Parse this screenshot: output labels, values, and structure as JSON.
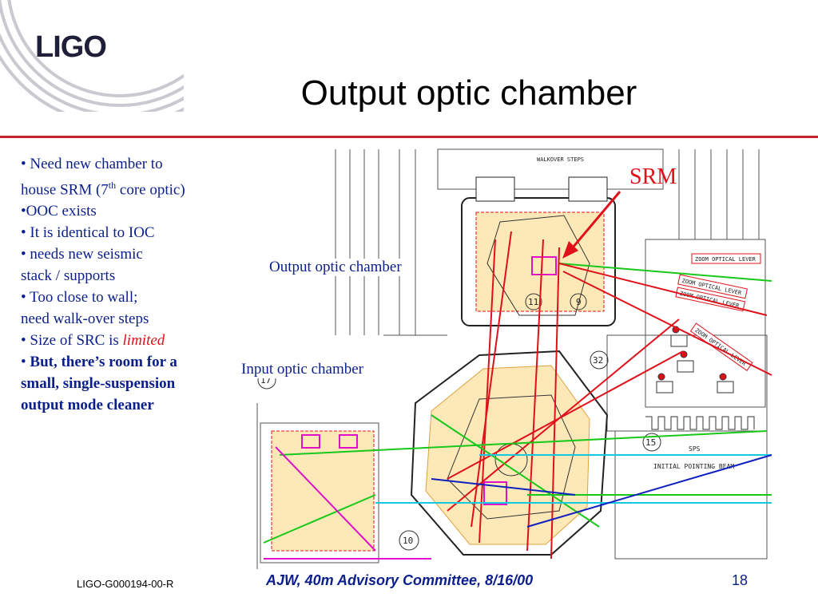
{
  "logo": {
    "text": "LIGO"
  },
  "title": "Output optic chamber",
  "bullets": {
    "b1_line1": "• Need new chamber to",
    "b1_line2_pre": "house SRM (7",
    "b1_line2_sup": "th",
    "b1_line2_post": " core optic)",
    "b2": "•OOC exists",
    "b3": "• It is identical to IOC",
    "b4_line1": "• needs new seismic",
    "b4_line2": "stack / supports",
    "b5_line1": "• Too close to wall;",
    "b5_line2": "need walk-over steps",
    "b6_pre": "• Size of SRC is ",
    "b6_emph": "limited",
    "b7_bullet": "• ",
    "b7_line1": "But, there’s room for a",
    "b7_line2": "small, single-suspension",
    "b7_line3": "output mode cleaner"
  },
  "diagram": {
    "label_ooc": "Output optic chamber",
    "label_ioc": "Input optic chamber",
    "label_srm": "SRM",
    "text_walkover": "WALKOVER STEPS",
    "text_zoom1": "ZOOM OPTICAL LEVER",
    "text_zoom2": "ZOOM OPTICAL LEVER",
    "text_zoom3": "ZOOM OPTICAL LEVER",
    "text_zoom4": "ZOOM OPTICAL LEVER",
    "text_sps": "SPS",
    "text_ipb": "INITIAL POINTING BEAM",
    "num_11": "11",
    "num_9": "9",
    "num_32": "32",
    "num_17": "17",
    "num_15": "15",
    "num_10": "10"
  },
  "footer": {
    "doc_id": "LIGO-G000194-00-R",
    "meeting": "AJW, 40m Advisory Committee, 8/16/00",
    "page": "18"
  },
  "colors": {
    "title_rule": "#c8202a",
    "bullet_text": "#0b1f8c",
    "emphasis": "#e0101a",
    "beam_red": "#e0101a",
    "beam_green": "#18c81a",
    "beam_cyan": "#18c8e0",
    "beam_blue": "#1020c0",
    "beam_magenta": "#e010c8",
    "table_fill": "#fde9b8"
  }
}
